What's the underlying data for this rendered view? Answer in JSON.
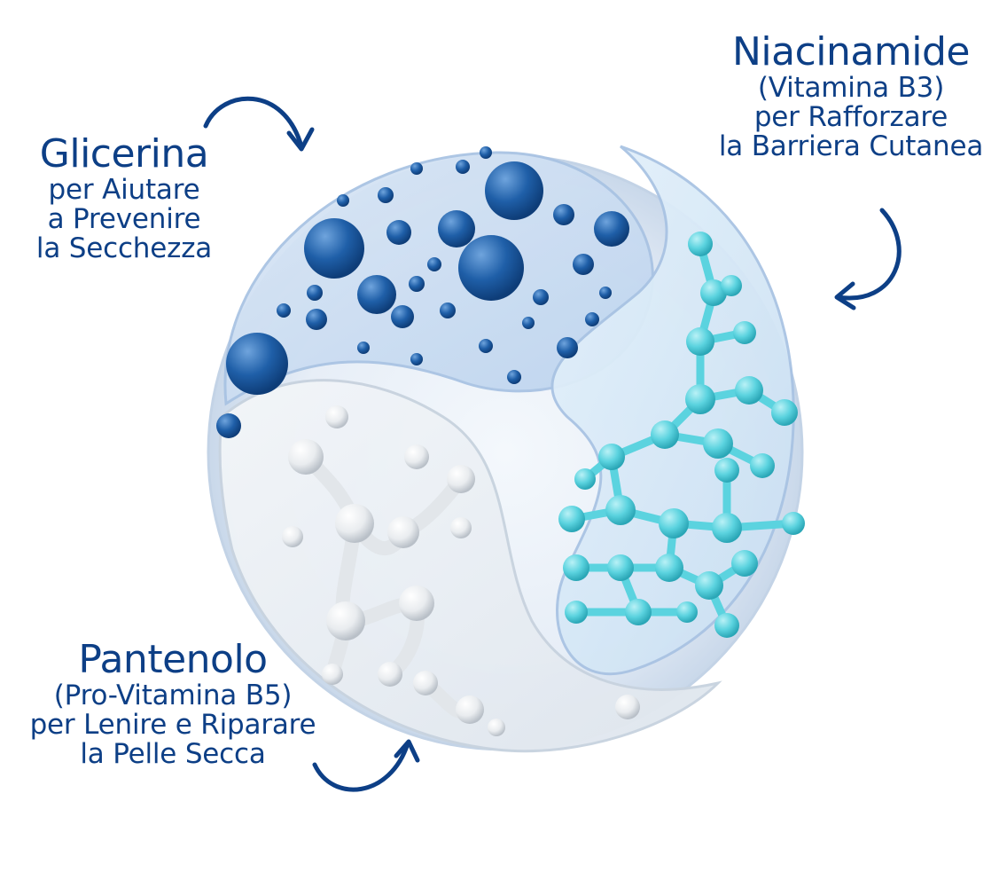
{
  "glicerina": {
    "title": "Glicerina",
    "lines": [
      "per Aiutare",
      "a Prevenire",
      "la Secchezza"
    ]
  },
  "niacinamide": {
    "title": "Niacinamide",
    "lines": [
      "(Vitamina B3)",
      "per Rafforzare",
      "la Barriera Cutanea"
    ]
  },
  "pantenolo": {
    "title": "Pantenolo",
    "lines": [
      "(Pro-Vitamina B5)",
      "per Lenire e Riparare",
      "la Pelle Secca"
    ]
  },
  "colors": {
    "text": "#0d3f86",
    "glicerina_molecule": "#1f5fa8",
    "niacinamide_molecule": "#5bd3df",
    "pantenolo_molecule": "#e9ecef"
  }
}
